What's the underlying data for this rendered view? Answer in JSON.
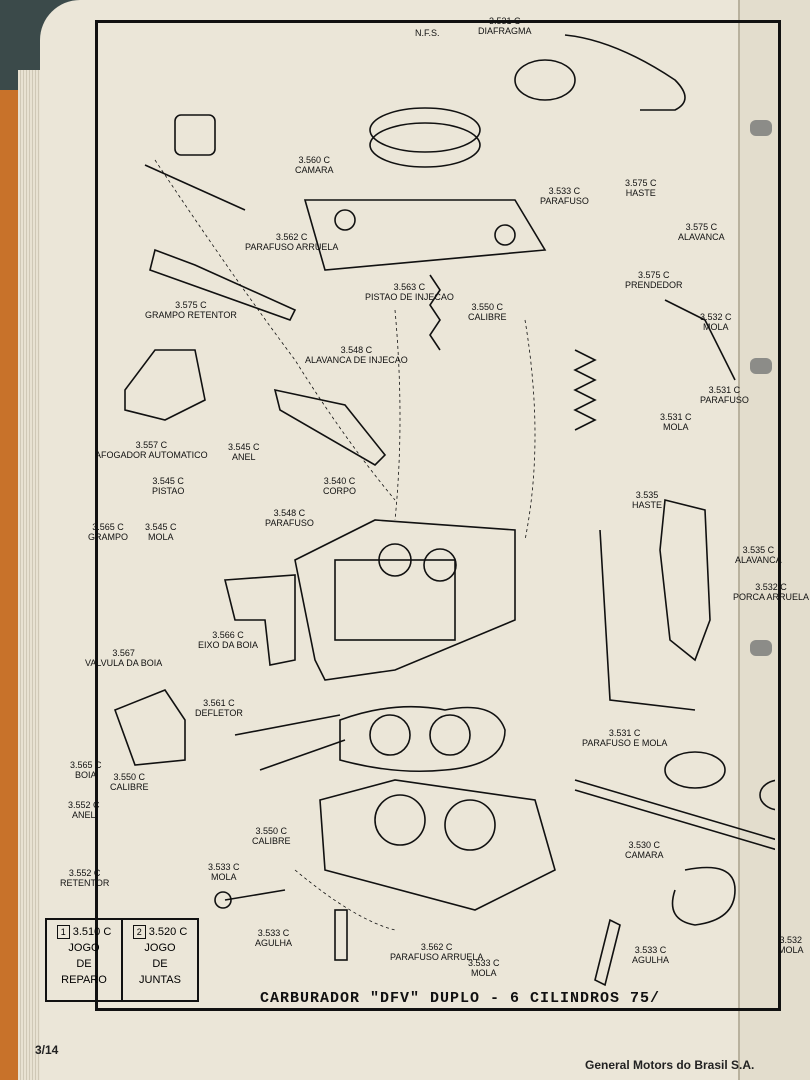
{
  "title": "CARBURADOR \"DFV\" DUPLO - 6 CILINDROS 75/",
  "page_number": "3/14",
  "publisher": "General Motors do Brasil S.A.",
  "legend": [
    {
      "num": "1",
      "code": "3.510 C",
      "line1": "JOGO",
      "line2": "DE",
      "line3": "REPARO"
    },
    {
      "num": "2",
      "code": "3.520 C",
      "line1": "JOGO",
      "line2": "DE",
      "line3": "JUNTAS"
    }
  ],
  "parts": [
    {
      "code": "",
      "name": "N.F.S."
    },
    {
      "code": "3.531 C",
      "name": "DIAFRAGMA"
    },
    {
      "code": "3.560 C",
      "name": "CAMARA"
    },
    {
      "code": "3.562 C",
      "name": "PARAFUSO ARRUELA"
    },
    {
      "code": "3.575 C",
      "name": "GRAMPO RETENTOR"
    },
    {
      "code": "3.533 C",
      "name": "PARAFUSO"
    },
    {
      "code": "3.575 C",
      "name": "HASTE"
    },
    {
      "code": "3.575 C",
      "name": "ALAVANCA"
    },
    {
      "code": "3.575 C",
      "name": "PRENDEDOR"
    },
    {
      "code": "3.563 C",
      "name": "PISTAO DE INJECAO"
    },
    {
      "code": "3.550 C",
      "name": "CALIBRE"
    },
    {
      "code": "3.532 C",
      "name": "MOLA"
    },
    {
      "code": "3.548 C",
      "name": "ALAVANCA DE INJECAO"
    },
    {
      "code": "3.557 C",
      "name": "AFOGADOR AUTOMATICO"
    },
    {
      "code": "3.545 C",
      "name": "ANEL"
    },
    {
      "code": "3.545 C",
      "name": "PISTAO"
    },
    {
      "code": "3.531 C",
      "name": "MOLA"
    },
    {
      "code": "3.531 C",
      "name": "PARAFUSO"
    },
    {
      "code": "3.540 C",
      "name": "CORPO"
    },
    {
      "code": "3.548 C",
      "name": "PARAFUSO"
    },
    {
      "code": "3.535",
      "name": "HASTE"
    },
    {
      "code": "3.535 C",
      "name": "ALAVANCA"
    },
    {
      "code": "3.565 C",
      "name": "GRAMPO"
    },
    {
      "code": "3.545 C",
      "name": "MOLA"
    },
    {
      "code": "3.532 C",
      "name": "PORCA ARRUELA"
    },
    {
      "code": "3.567",
      "name": "VALVULA DA BOIA"
    },
    {
      "code": "3.566 C",
      "name": "EIXO DA BOIA"
    },
    {
      "code": "3.561 C",
      "name": "DEFLETOR"
    },
    {
      "code": "3.531 C",
      "name": "PARAFUSO E MOLA"
    },
    {
      "code": "3.565 C",
      "name": "BOIA"
    },
    {
      "code": "3.552 C",
      "name": "ANEL"
    },
    {
      "code": "3.552 C",
      "name": "RETENTOR"
    },
    {
      "code": "3.530 C",
      "name": "CAMARA"
    },
    {
      "code": "3.533 C",
      "name": "MOLA"
    },
    {
      "code": "3.533 C",
      "name": "AGULHA"
    },
    {
      "code": "3.562 C",
      "name": "PARAFUSO ARRUELA"
    },
    {
      "code": "3.532",
      "name": "MOLA"
    }
  ]
}
